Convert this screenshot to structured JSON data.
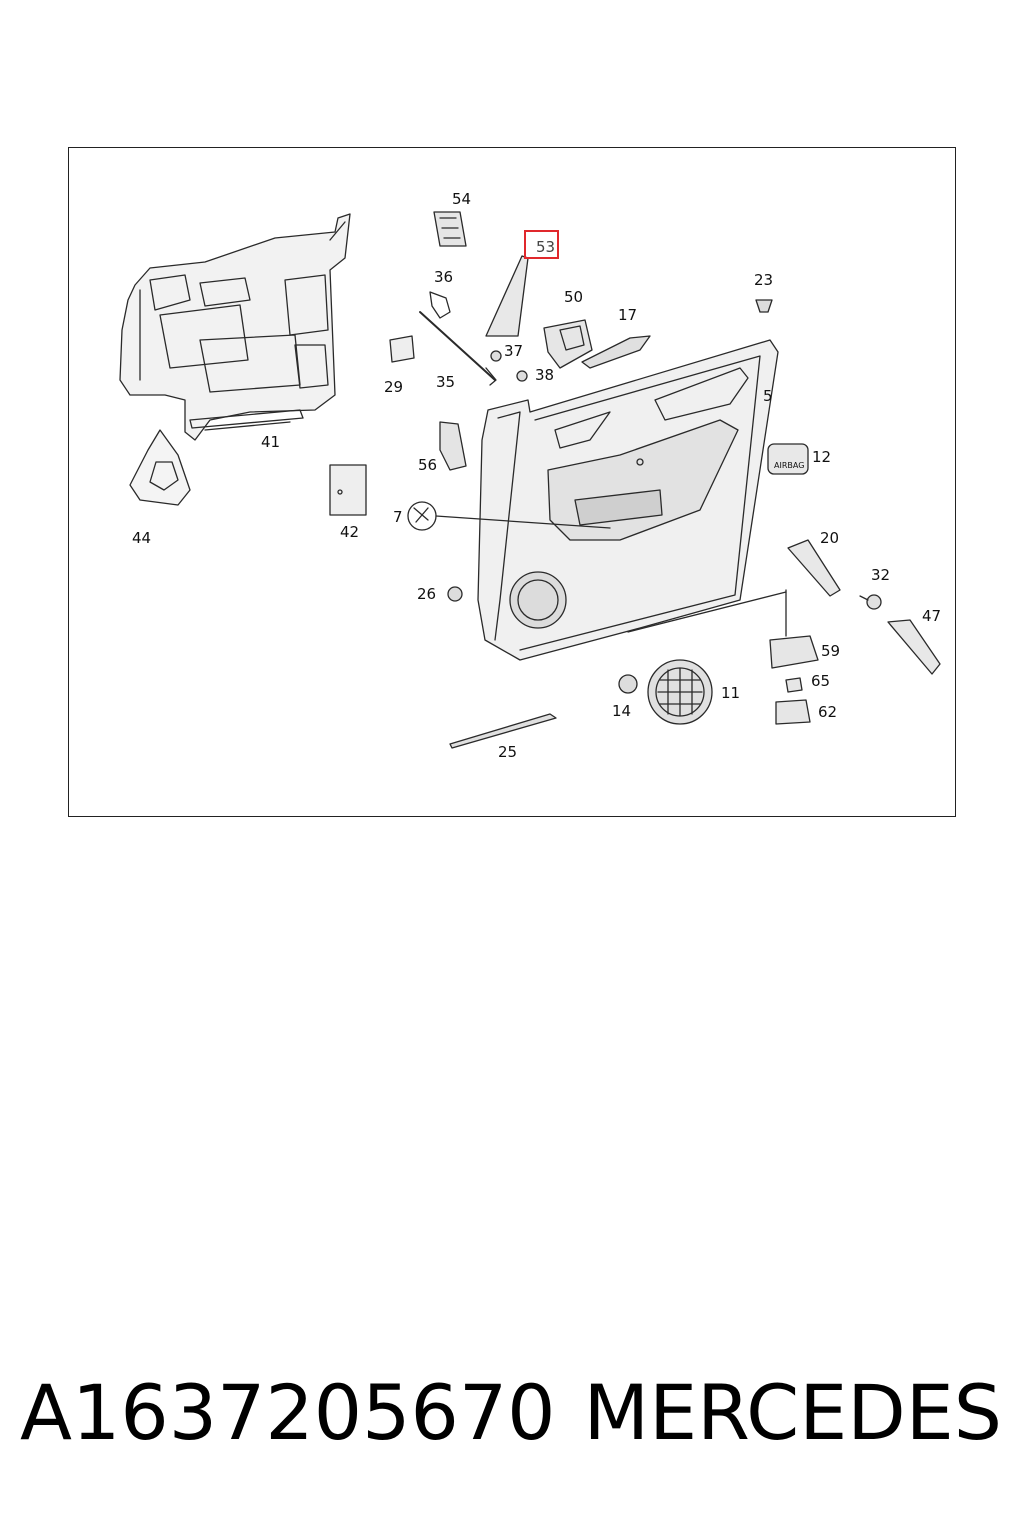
{
  "diagram": {
    "callouts": {
      "c54": "54",
      "c53": "53",
      "c36": "36",
      "c50": "50",
      "c17": "17",
      "c23": "23",
      "c37": "37",
      "c38": "38",
      "c29": "29",
      "c35": "35",
      "c41": "41",
      "c5": "5",
      "c56": "56",
      "c12": "12",
      "c42": "42",
      "c7": "7",
      "c44": "44",
      "c20": "20",
      "c32": "32",
      "c26": "26",
      "c47": "47",
      "c59": "59",
      "c65": "65",
      "c11": "11",
      "c14": "14",
      "c62": "62",
      "c25": "25"
    },
    "highlighted_callout": "53",
    "airbag_badge": "AIRBAG",
    "line_color": "#2a2a2a",
    "highlight_color": "#e0282c"
  },
  "footer": {
    "part_number": "A1637205670",
    "brand": "MERCEDES"
  }
}
